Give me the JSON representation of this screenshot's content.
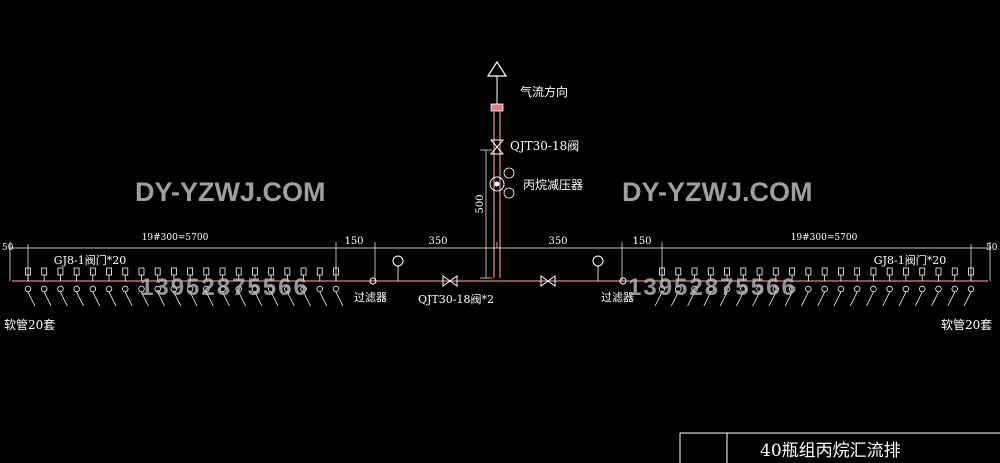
{
  "labels": {
    "flow_direction": "气流方向",
    "valve_top": "QJT30-18阀",
    "regulator": "丙烷减压器",
    "vertical_dim": "500",
    "dim_left_far": "50",
    "dim_right_far": "50",
    "dim_left_span": "19#300=5700",
    "dim_right_span": "19#300=5700",
    "dim_left_150": "150",
    "dim_left_350": "350",
    "dim_right_350": "350",
    "dim_right_150": "150",
    "valve_left": "GJ8-1阀门*20",
    "valve_right": "GJ8-1阀门*20",
    "hose_left": "软管20套",
    "hose_right": "软管20套",
    "filter_left": "过滤器",
    "filter_right": "过滤器",
    "main_valve": "QJT30-18阀*2",
    "title": "40瓶组丙烷汇流排"
  },
  "watermark": {
    "text_left": "DY-YZWJ.COM",
    "text_right": "DY-YZWJ.COM",
    "phone_left": "13952875566",
    "phone_right": "13952875566"
  },
  "colors": {
    "background": "#000000",
    "line": "#ffffff",
    "pipe": "#e08080",
    "watermark": "#bbbbbb"
  }
}
